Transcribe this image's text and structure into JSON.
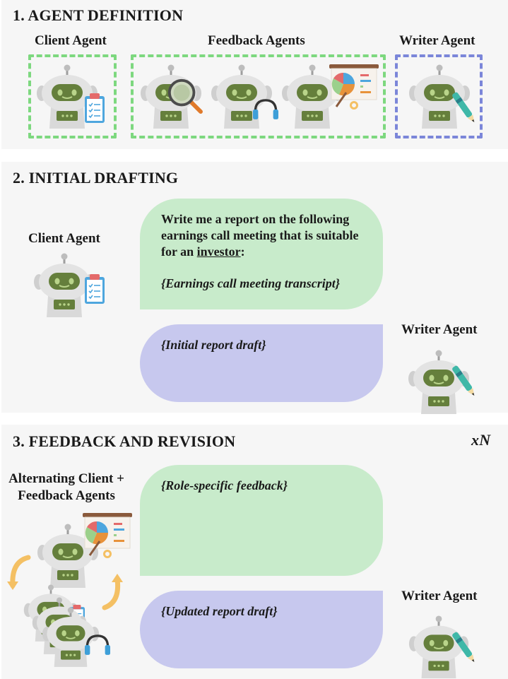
{
  "section1": {
    "heading": "1. AGENT DEFINITION",
    "client_label": "Client Agent",
    "feedback_label": "Feedback Agents",
    "writer_label": "Writer Agent"
  },
  "section2": {
    "heading": "2. INITIAL DRAFTING",
    "client_label": "Client Agent",
    "writer_label": "Writer Agent",
    "prompt_line1": "Write me a report on the following",
    "prompt_line2": "earnings call meeting that is suitable",
    "prompt_line3_prefix": "for an ",
    "prompt_role": "investor",
    "prompt_line3_suffix": ":",
    "prompt_transcript": "{Earnings call meeting transcript}",
    "draft_text": "{Initial report draft}"
  },
  "section3": {
    "heading": "3. FEEDBACK AND REVISION",
    "repeat_label": "xN",
    "alternating_label_line1": "Alternating Client +",
    "alternating_label_line2": "Feedback Agents",
    "feedback_text": "{Role-specific feedback}",
    "writer_label": "Writer Agent",
    "updated_text": "{Updated report draft}"
  },
  "colors": {
    "client_box": "#7dd87f",
    "writer_box": "#7b86d9",
    "green_bubble": "#c8ebcb",
    "blue_bubble": "#c7c8ee",
    "arrow": "#f4c064"
  },
  "icons": [
    "robot-icon",
    "clipboard-icon",
    "magnifier-icon",
    "headphones-icon",
    "presentation-chart-icon",
    "pen-icon",
    "cycle-arrow-icon"
  ]
}
